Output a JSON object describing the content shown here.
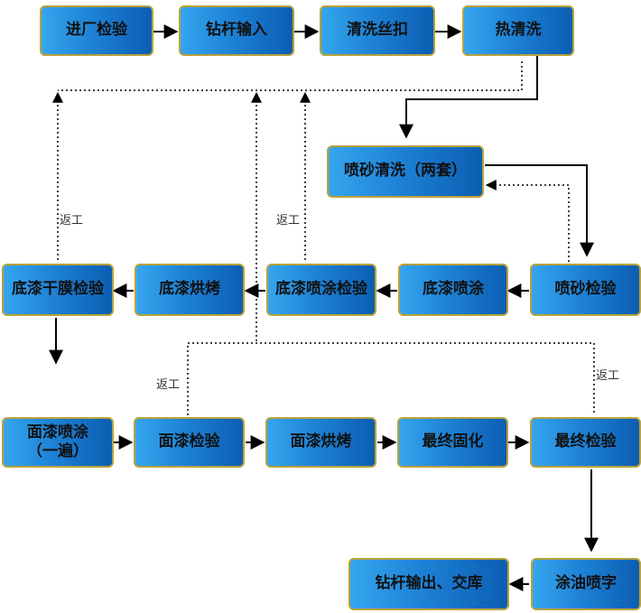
{
  "nodes": {
    "incoming_inspection": "进厂检验",
    "rod_input": "钻杆输入",
    "thread_cleaning": "清洗丝扣",
    "hot_cleaning": "热清洗",
    "sandblast_cleaning": "喷砂清洗（两套）",
    "sandblast_inspection": "喷砂检验",
    "primer_spray": "底漆喷涂",
    "primer_spray_inspection": "底漆喷涂检验",
    "primer_baking": "底漆烘烤",
    "primer_dry_film_inspection": "底漆干膜检验",
    "topcoat_spray": "面漆喷涂\n（一遍）",
    "topcoat_inspection": "面漆检验",
    "topcoat_baking": "面漆烘烤",
    "final_curing": "最终固化",
    "final_inspection": "最终检验",
    "oil_spray_marking": "涂油喷字",
    "rod_output_delivery": "钻杆输出、交库"
  },
  "rework_labels": {
    "dry_film": "返工",
    "primer_inspection": "返工",
    "topcoat": "返工",
    "final": "返工"
  }
}
